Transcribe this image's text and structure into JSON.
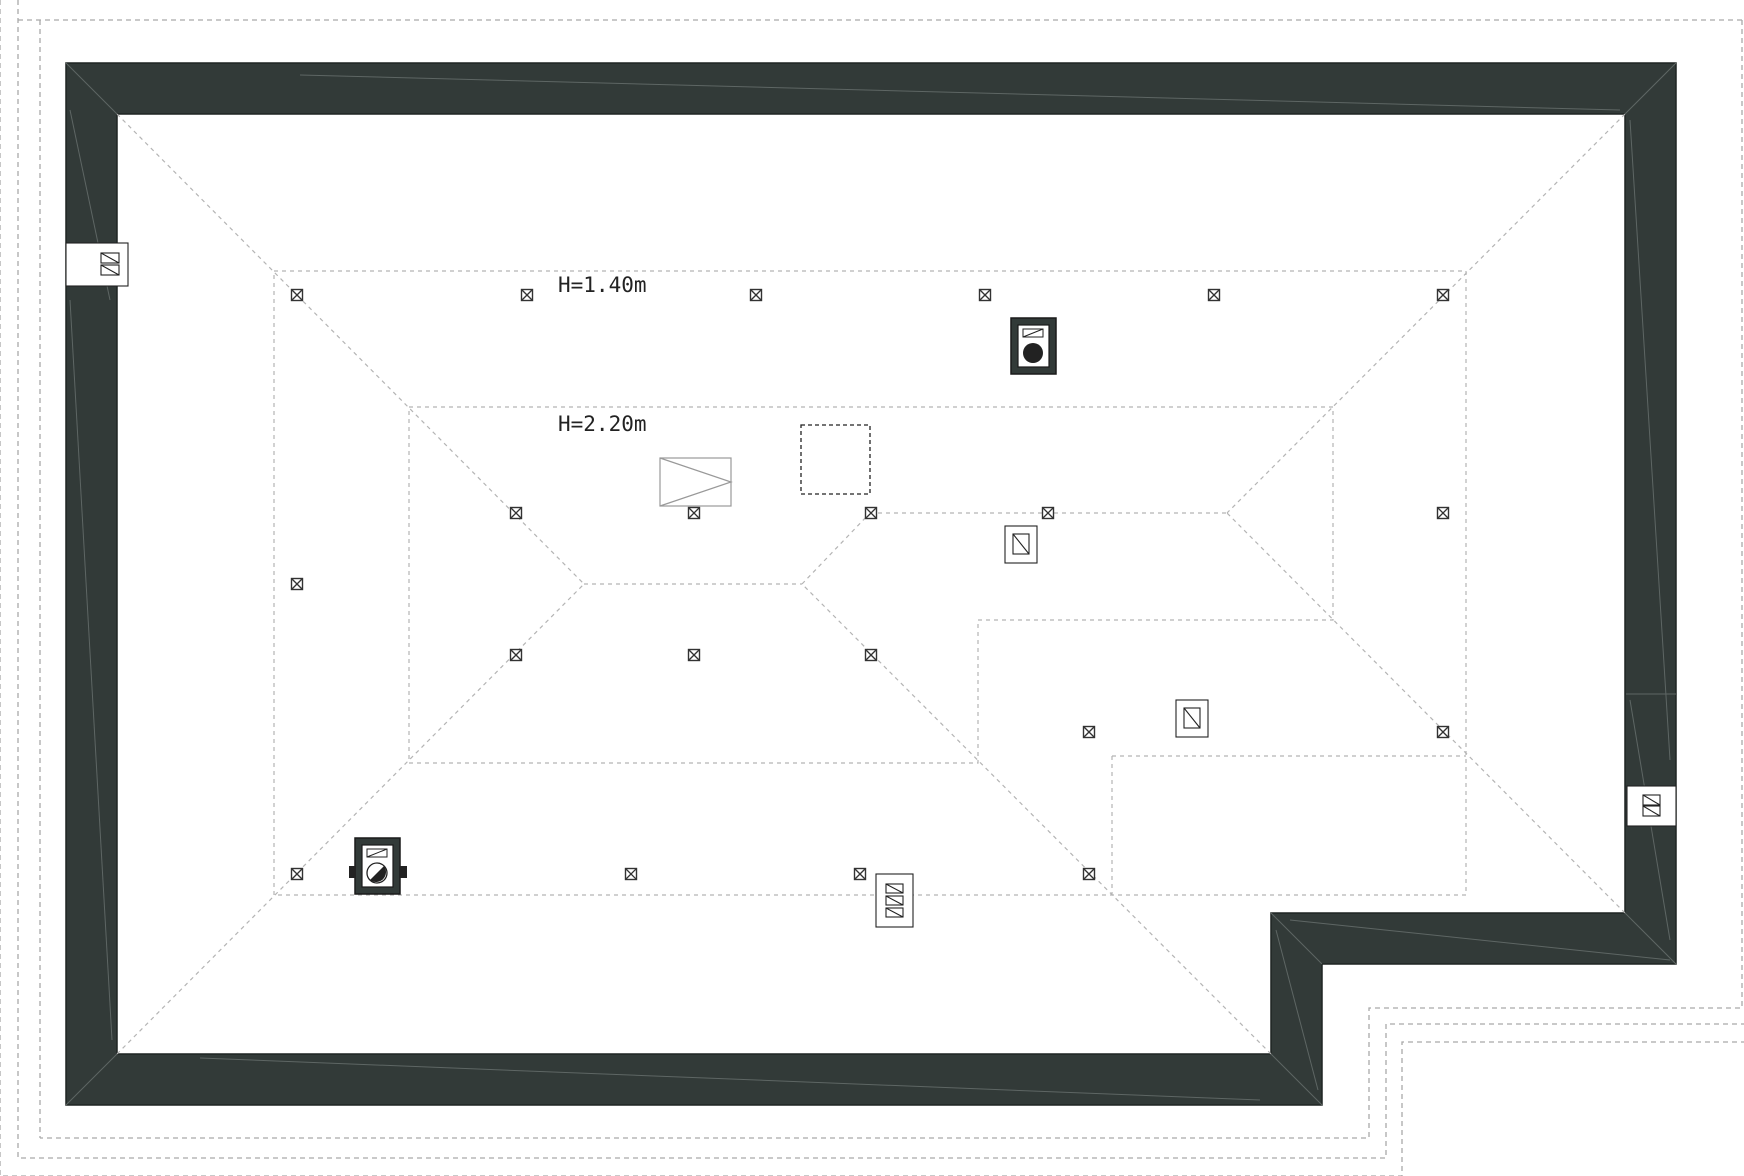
{
  "plan": {
    "height_labels": [
      {
        "id": "outer-zone",
        "text": "H=1.40m"
      },
      {
        "id": "inner-zone",
        "text": "H=2.20m"
      }
    ],
    "colors": {
      "wall": "#323a38",
      "dashed_lines": "#a9a9a9",
      "background": "#ffffff"
    },
    "icons": [
      "roof-post-icon",
      "chimney-icon",
      "ventilation-duct-icon",
      "roof-window-icon",
      "roof-hatch-icon"
    ]
  }
}
